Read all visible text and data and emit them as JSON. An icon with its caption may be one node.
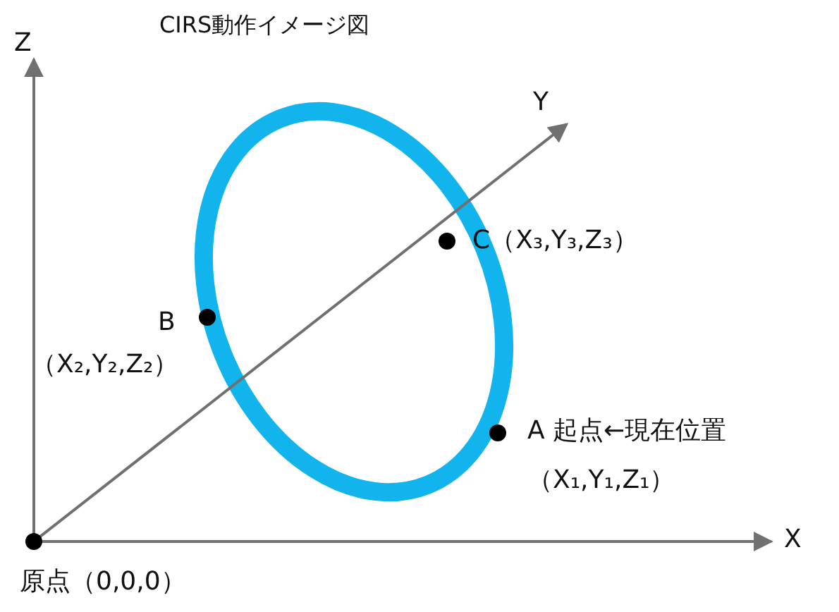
{
  "diagram": {
    "title": "CIRS動作イメージ図",
    "labels": [
      "Z",
      "Y",
      "C（X₃,Y₃,Z₃）",
      "B",
      "（X₂,Y₂,Z₂）",
      "A 起点←現在位置",
      "（X₁,Y₁,Z₁）",
      "X",
      "原点（0,0,0）"
    ]
  }
}
